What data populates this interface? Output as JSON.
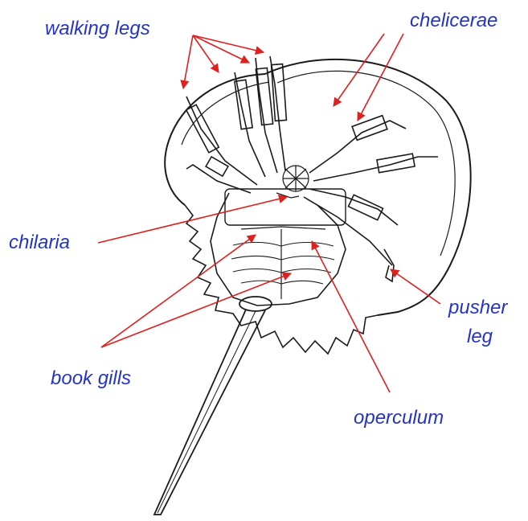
{
  "diagram": {
    "subject": "horseshoe crab (ventral view)",
    "labels": {
      "walking_legs": "walking legs",
      "chelicerae": "chelicerae",
      "chilaria": "chilaria",
      "pusher_leg_line1": "pusher",
      "pusher_leg_line2": "leg",
      "book_gills": "book gills",
      "operculum": "operculum"
    }
  },
  "colors": {
    "label_text": "#2433c8",
    "arrow": "#e01f1f",
    "drawing": "#1a1a1a",
    "background": "#ffffff"
  }
}
